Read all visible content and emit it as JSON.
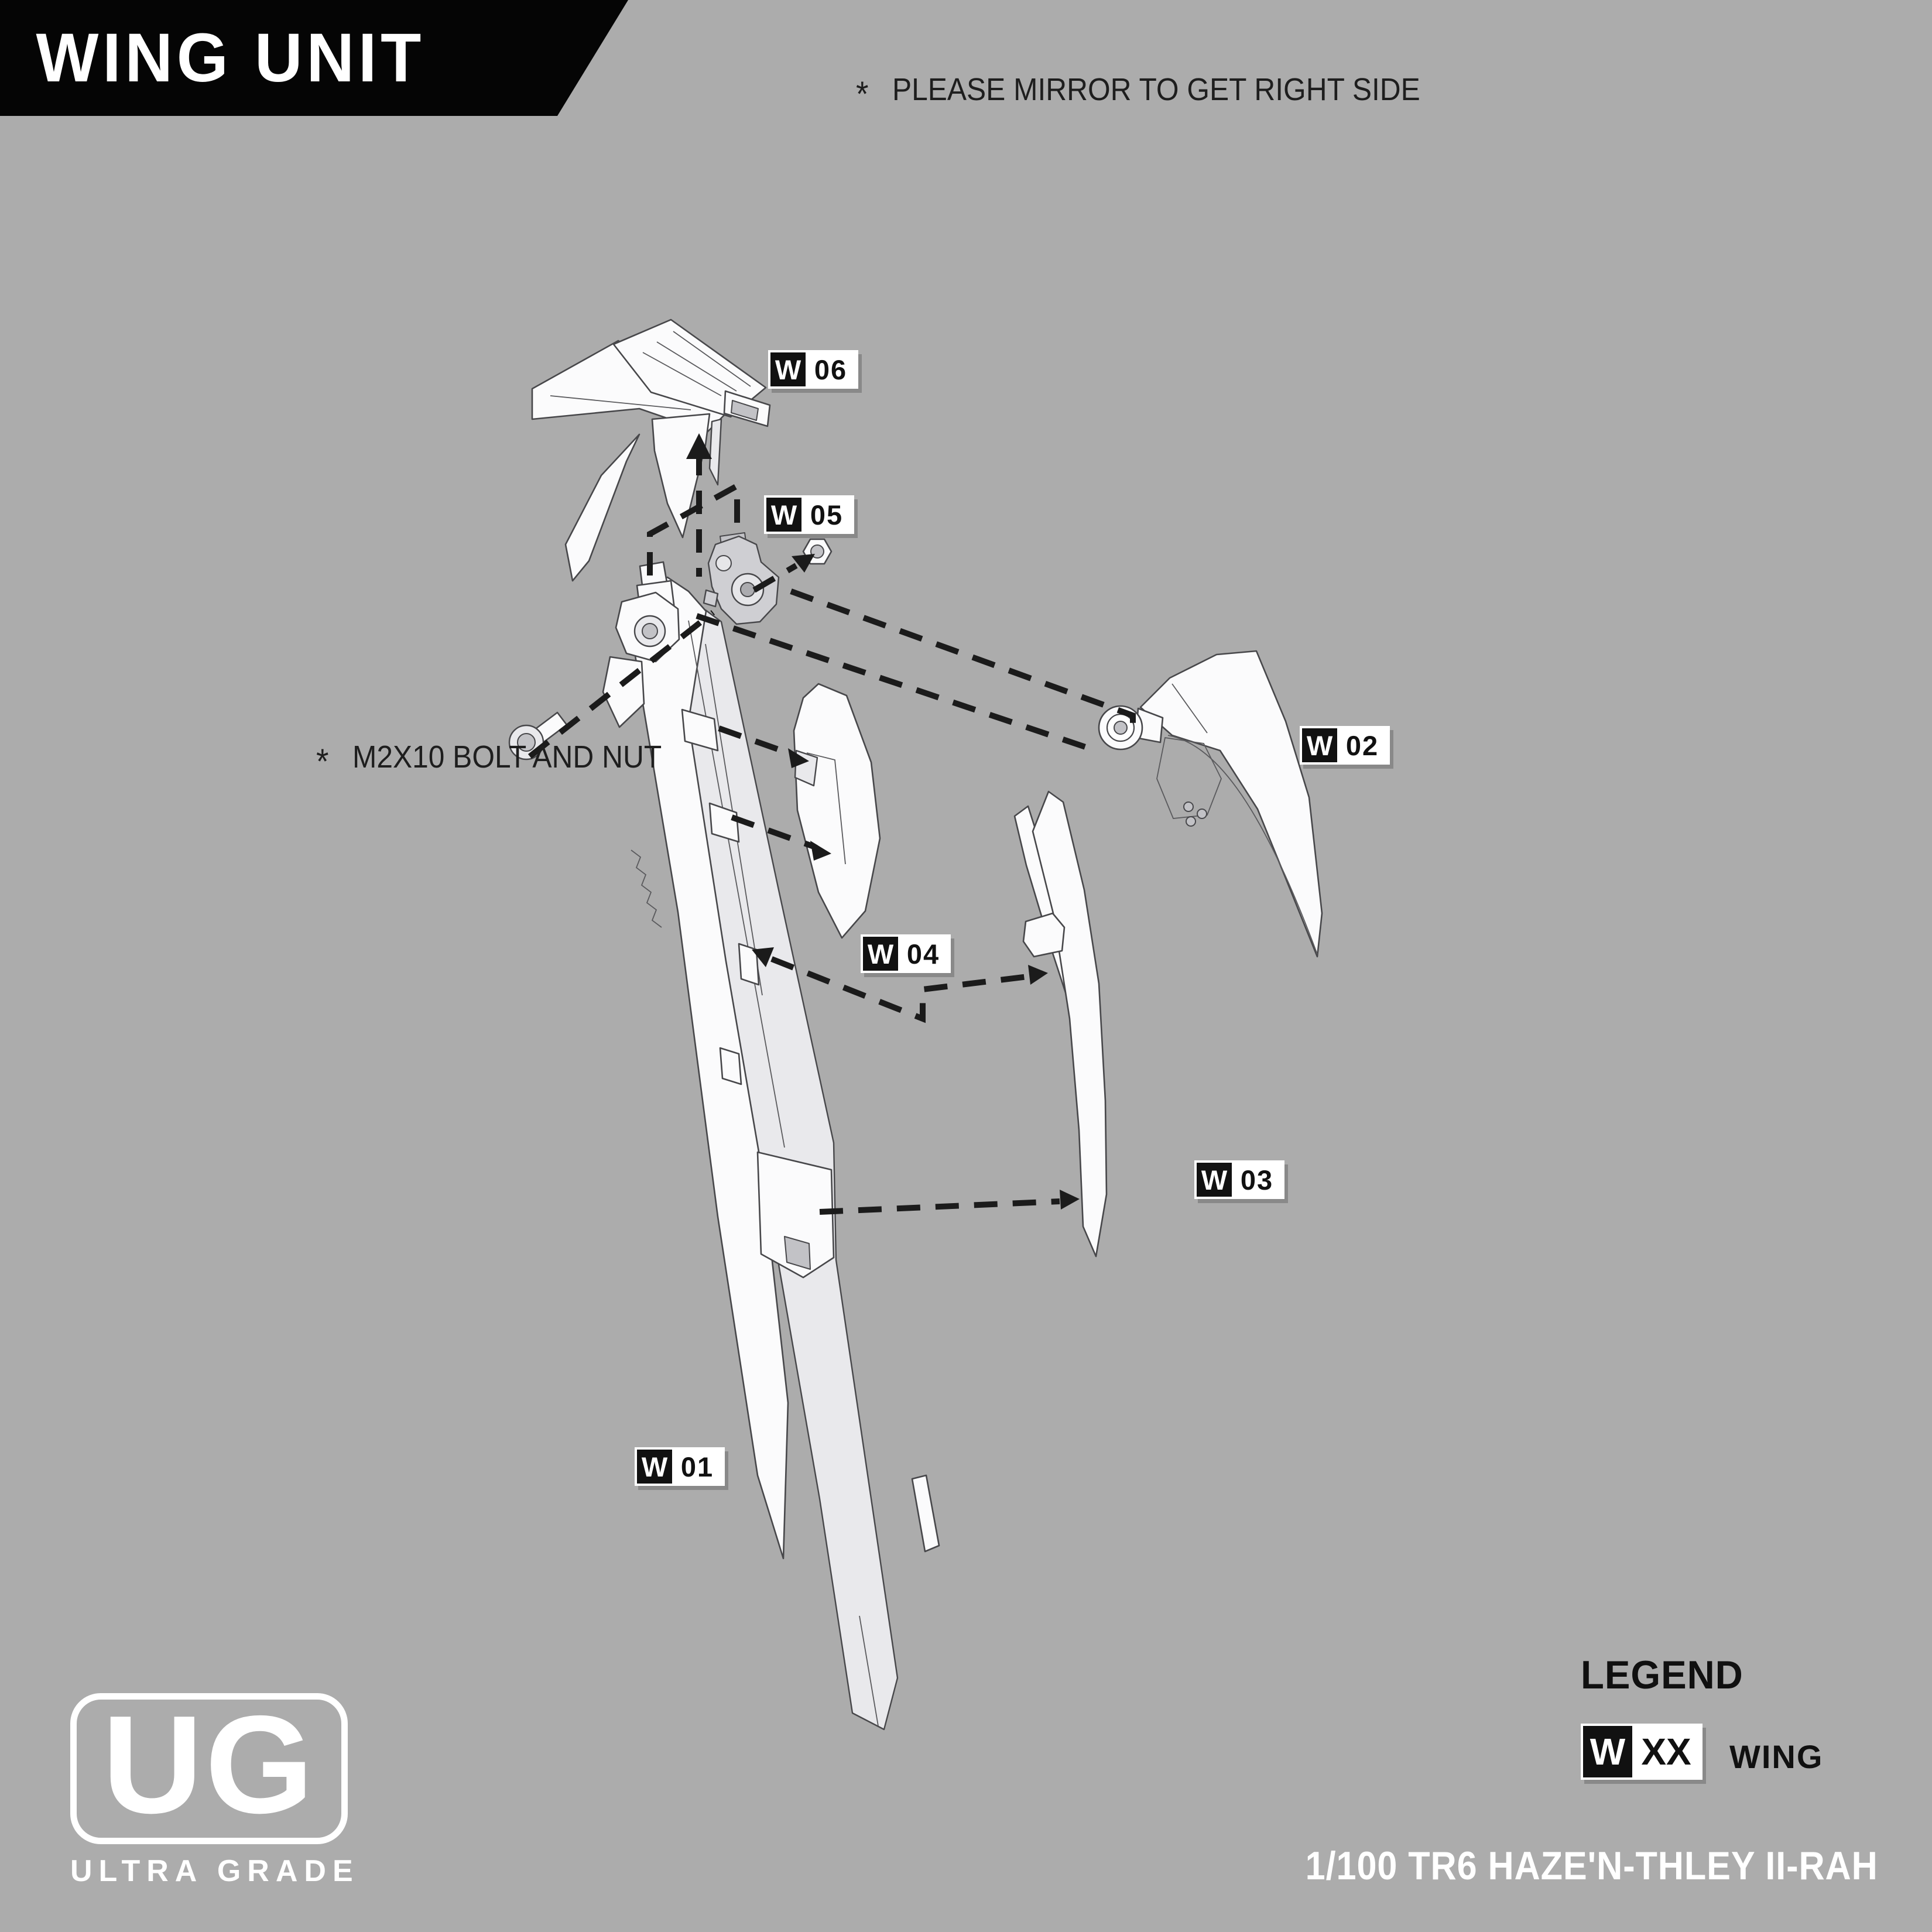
{
  "banner": {
    "title": "WING UNIT"
  },
  "notes": {
    "mirror": {
      "star": "*",
      "text": "PLEASE MIRROR TO GET RIGHT SIDE"
    },
    "bolt": {
      "star": "*",
      "text": "M2X10 BOLT AND NUT"
    }
  },
  "part_labels": [
    {
      "id": "W06",
      "prefix": "W",
      "number": "06"
    },
    {
      "id": "W05",
      "prefix": "W",
      "number": "05"
    },
    {
      "id": "W02",
      "prefix": "W",
      "number": "02"
    },
    {
      "id": "W04",
      "prefix": "W",
      "number": "04"
    },
    {
      "id": "W03",
      "prefix": "W",
      "number": "03"
    },
    {
      "id": "W01",
      "prefix": "W",
      "number": "01"
    }
  ],
  "legend": {
    "title": "LEGEND",
    "badge": {
      "prefix": "W",
      "number": "XX"
    },
    "description": "WING"
  },
  "logo": {
    "initials": "UG",
    "subtitle": "ULTRA GRADE"
  },
  "footer": {
    "title": "1/100 TR6 HAZE'N-THLEY II-RAH"
  },
  "icons": {
    "arrowhead": "solid triangle on dashed leader lines",
    "dashed-line": "black dashed exploded-view connector"
  },
  "colors": {
    "background": "#ACACAC",
    "banner_bg": "#050505",
    "banner_fg": "#FFFFFF",
    "label_black": "#111111",
    "label_white": "#FFFFFF",
    "note_text": "#1E1E1E",
    "dash": "#1B1B1B",
    "part_fill": "#FBFBFC",
    "part_shade": "#E9E9EC",
    "part_dark": "#C2C2C6",
    "part_stroke": "#47474A"
  }
}
